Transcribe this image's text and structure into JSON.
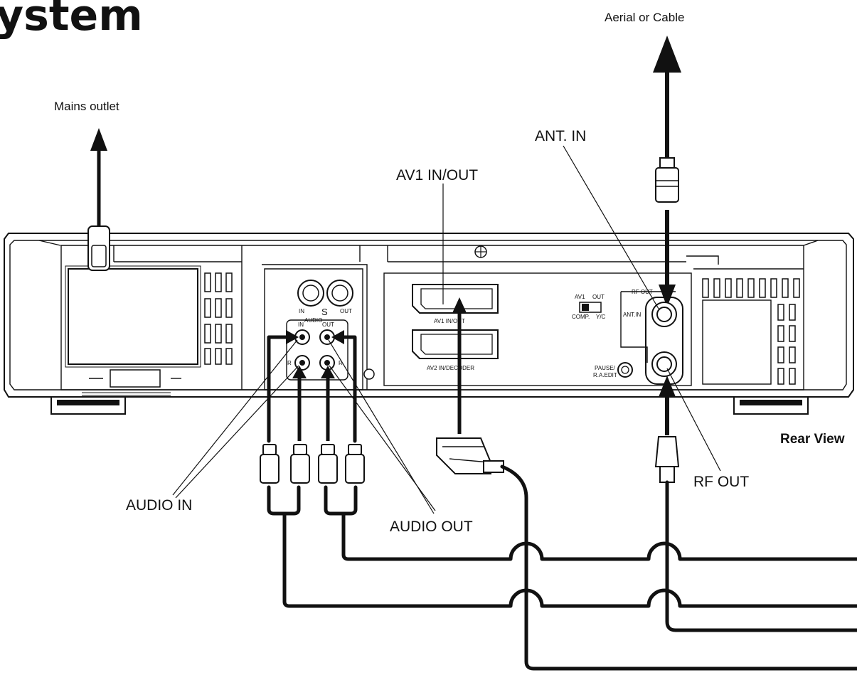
{
  "page_title_fragment": "ystem",
  "labels": {
    "aerial_or_cable": "Aerial or Cable",
    "mains_outlet": "Mains outlet",
    "ant_in": "ANT. IN",
    "av1_in_out": "AV1 IN/OUT",
    "rear_view": "Rear View",
    "rf_out": "RF OUT",
    "audio_in": "AUDIO IN",
    "audio_out": "AUDIO OUT"
  },
  "panel_text": {
    "s_in": "IN",
    "s_letter": "S",
    "s_out": "OUT",
    "audio": "AUDIO",
    "audio_in_l": "IN",
    "audio_out_l": "OUT",
    "r_left": "R",
    "r_right": "R",
    "av1_jack": "AV1  IN/OUT",
    "av2_jack": "AV2  IN/DECODER",
    "switch_av1": "AV1",
    "switch_out": "OUT",
    "switch_comp": "COMP.",
    "switch_yc": "Y/C",
    "rf_out_box": "RF OUT",
    "ant_in_box": "ANT.IN",
    "pause_1": "PAUSE/",
    "pause_2": "R.A.EDIT"
  },
  "colors": {
    "ink": "#111111",
    "panel": "#ffffff",
    "shade": "#dddddd"
  }
}
